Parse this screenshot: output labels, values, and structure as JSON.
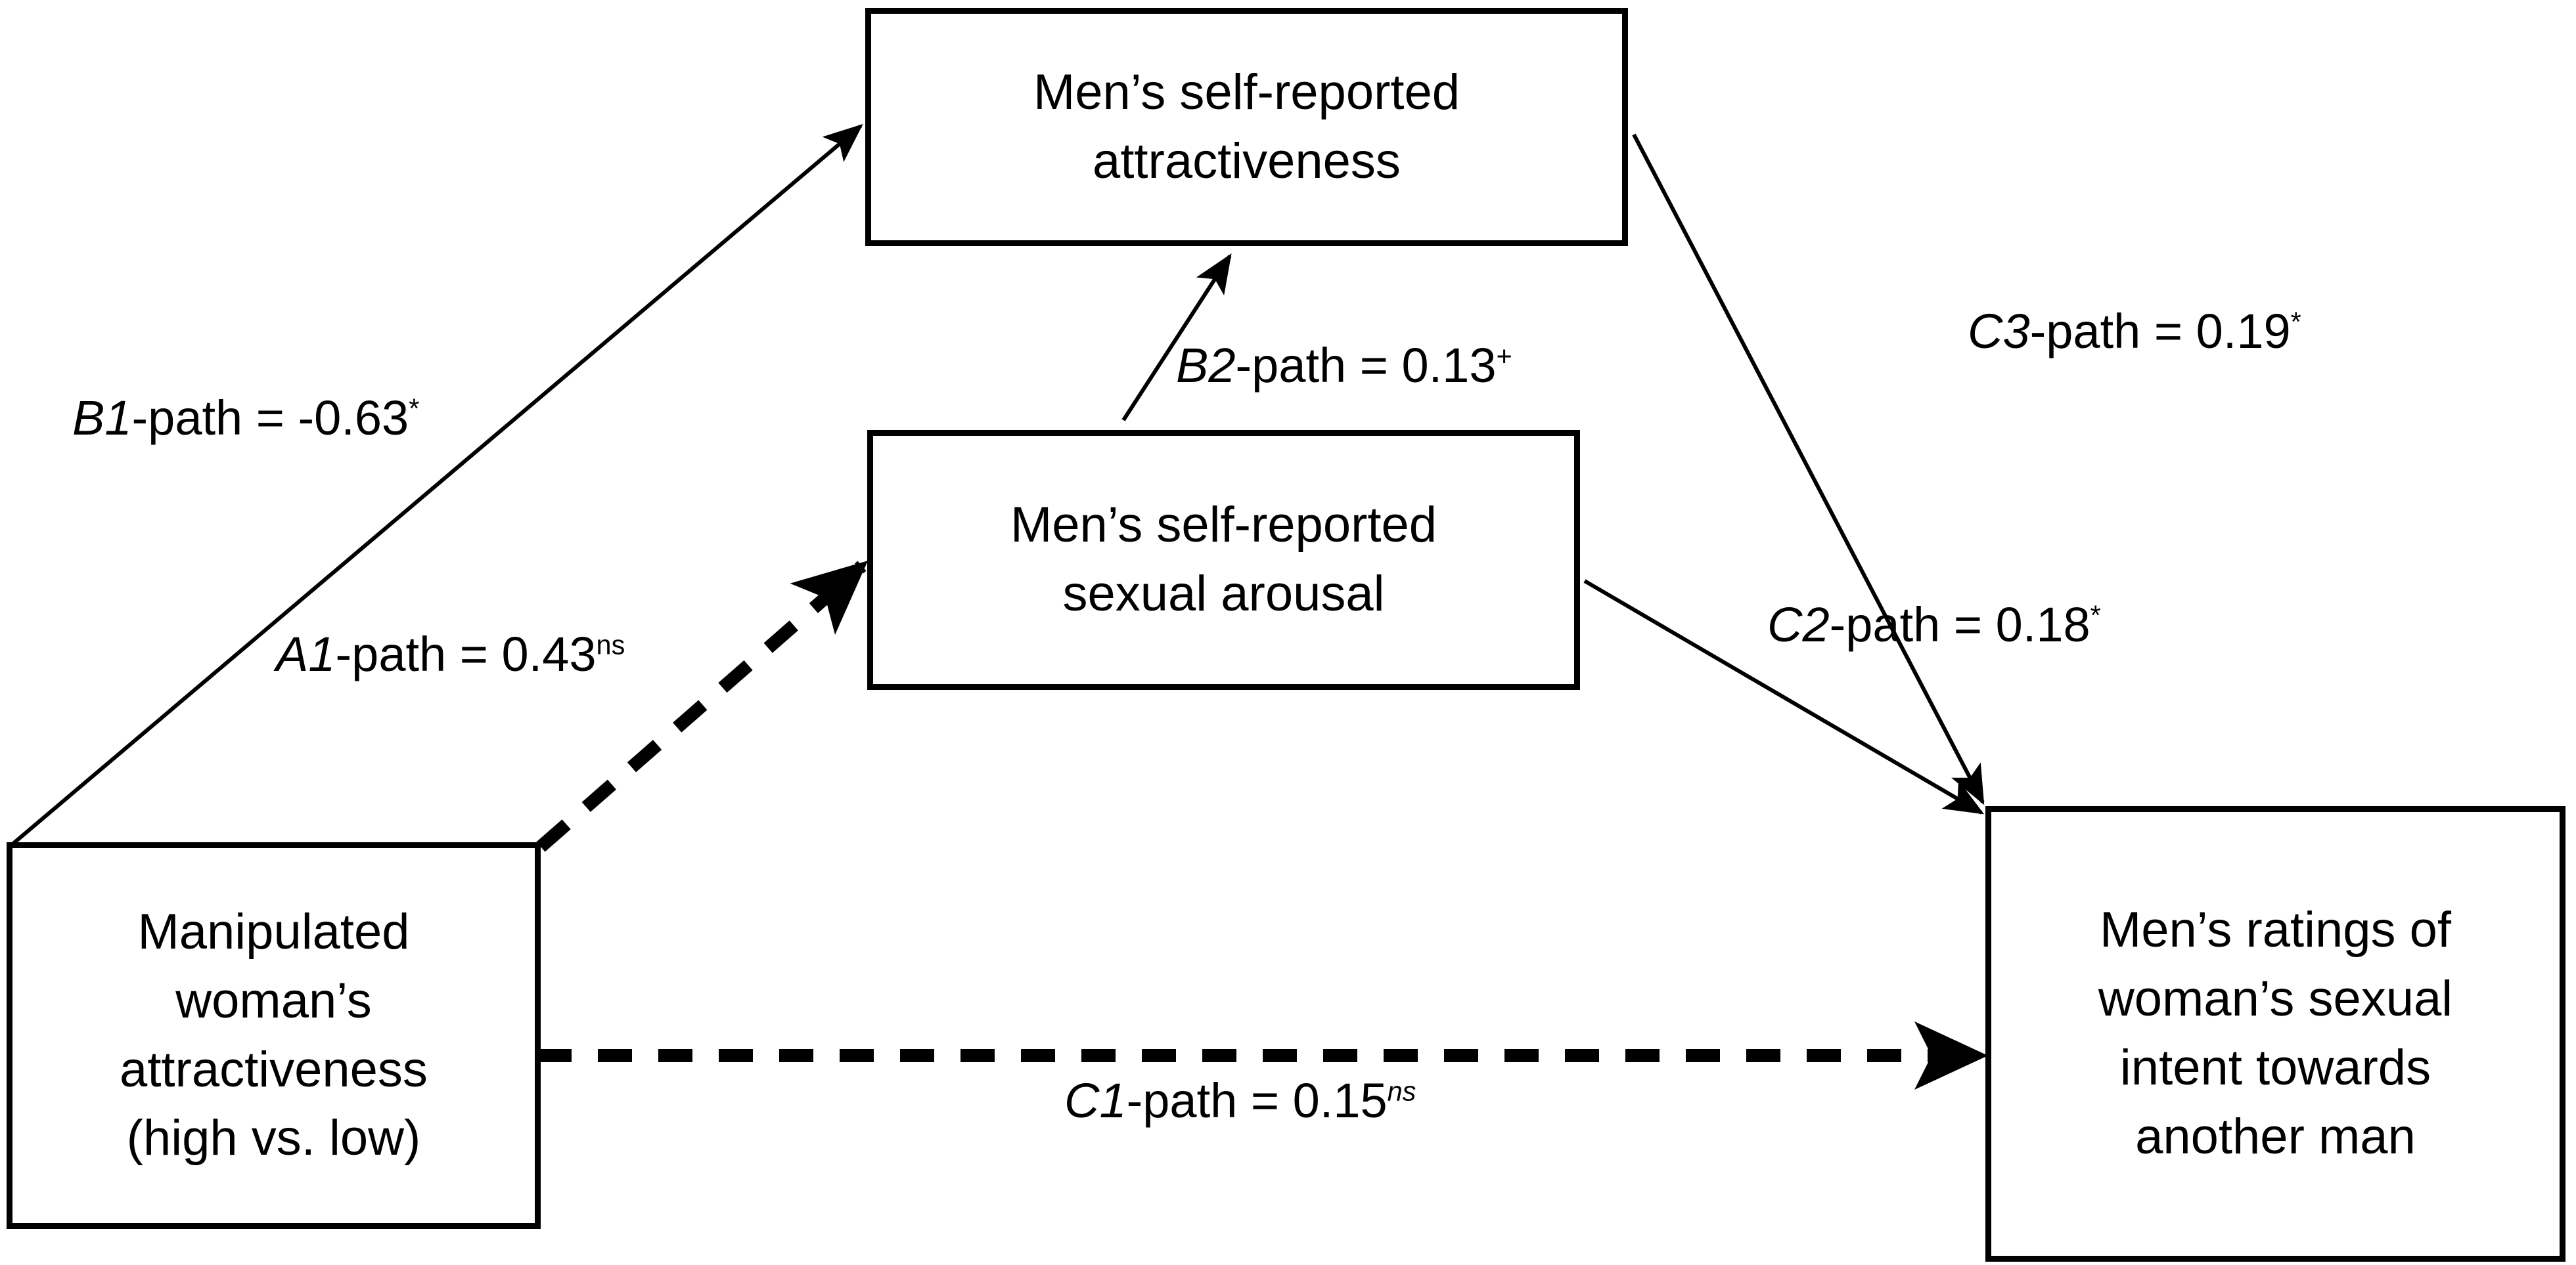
{
  "diagram": {
    "type": "path-model",
    "nodes": [
      {
        "id": "manipulation",
        "label": "Manipulated\nwoman’s\nattractiveness\n(high vs. low)"
      },
      {
        "id": "attractiveness",
        "label": "Men’s self-reported\nattractiveness"
      },
      {
        "id": "arousal",
        "label": "Men’s self-reported\nsexual arousal"
      },
      {
        "id": "intent",
        "label": "Men’s ratings of\nwoman’s sexual\nintent towards\nanother man"
      }
    ],
    "paths": [
      {
        "id": "b1",
        "name": "B1",
        "text": "-path = -0.63",
        "sig": "*",
        "sig_style": "plain",
        "from": "manipulation",
        "to": "attractiveness",
        "coefficient": -0.63,
        "line": "solid-thin",
        "significance": "p < .05"
      },
      {
        "id": "a1",
        "name": "A1",
        "text": "-path = 0.43",
        "sig": "ns",
        "sig_style": "plain",
        "from": "manipulation",
        "to": "arousal",
        "coefficient": 0.43,
        "line": "dashed-thick",
        "significance": "not significant"
      },
      {
        "id": "b2",
        "name": "B2",
        "text": "-path = 0.13",
        "sig": "+",
        "sig_style": "plain",
        "from": "arousal",
        "to": "attractiveness",
        "coefficient": 0.13,
        "line": "solid-thin",
        "significance": "marginal"
      },
      {
        "id": "c3",
        "name": "C3",
        "text": "-path = 0.19",
        "sig": "*",
        "sig_style": "plain",
        "from": "attractiveness",
        "to": "intent",
        "coefficient": 0.19,
        "line": "solid-thin",
        "significance": "p < .05"
      },
      {
        "id": "c2",
        "name": "C2",
        "text": "-path = 0.18",
        "sig": "*",
        "sig_style": "plain",
        "from": "arousal",
        "to": "intent",
        "coefficient": 0.18,
        "line": "solid-thin",
        "significance": "p < .05"
      },
      {
        "id": "c1",
        "name": "C1",
        "text": "-path = 0.15",
        "sig": "ns",
        "sig_style": "italic",
        "from": "manipulation",
        "to": "intent",
        "coefficient": 0.15,
        "line": "dashed-thick",
        "significance": "not significant"
      }
    ],
    "colors": {
      "stroke": "#000000",
      "background": "#ffffff",
      "text": "#000000"
    }
  }
}
